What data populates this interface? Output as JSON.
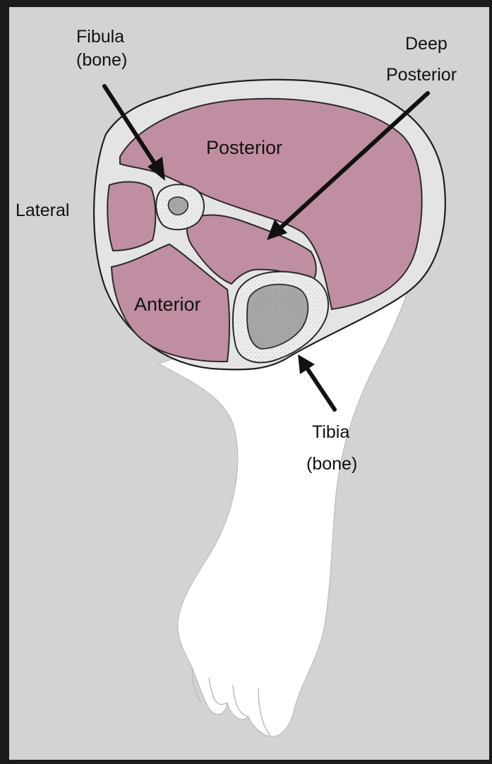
{
  "labels": {
    "fibula_line1": "Fibula",
    "fibula_line2": "(bone)",
    "deep_posterior_line1": "Deep",
    "deep_posterior_line2": "Posterior",
    "lateral": "Lateral",
    "posterior": "Posterior",
    "anterior": "Anterior",
    "tibia_line1": "Tibia",
    "tibia_line2": "(bone)"
  },
  "colors": {
    "background": "#d3d3d3",
    "border": "#1c1c1c",
    "skin": "#ffffff",
    "subcutaneous": "#e4e4e4",
    "muscle": "#c08ea2",
    "bone_cortex": "#ededed",
    "bone_marrow": "#a6a6a6",
    "outline": "#2a2a2a",
    "arrow": "#111111"
  }
}
